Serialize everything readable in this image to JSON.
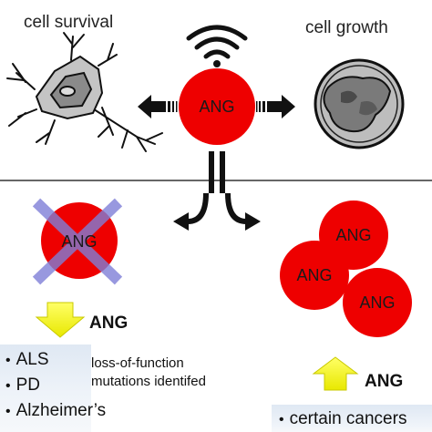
{
  "labels": {
    "cell_survival": "cell survival",
    "cell_growth": "cell growth",
    "ang": "ANG"
  },
  "left_panel": {
    "decrease_label": "ANG",
    "diseases": [
      "ALS",
      "PD",
      "Alzheimer’s"
    ],
    "annotation_line1": "loss-of-function",
    "annotation_line2": "mutations identifed"
  },
  "right_panel": {
    "increase_label": "ANG",
    "disease": "certain cancers"
  },
  "colors": {
    "ang_red": "#ee0000",
    "arrow_yellow": "#ffff00",
    "cross_purple": "#7f7fd8",
    "bracket_red": "#dd0000",
    "divider": "#333333"
  },
  "icons": [
    "signal-icon",
    "neuron-icon",
    "cell-icon",
    "split-arrow-icon",
    "cross-icon"
  ]
}
